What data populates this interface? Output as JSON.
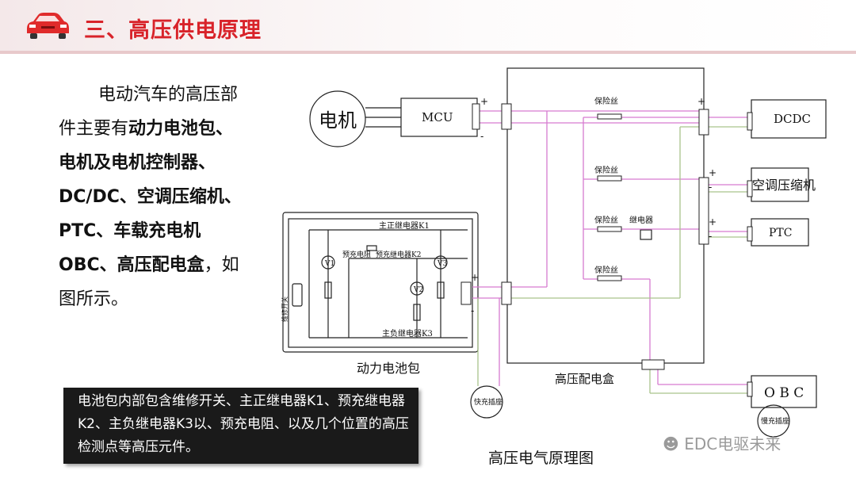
{
  "header": {
    "title": "三、高压供电原理"
  },
  "intro": {
    "part1": "电动汽车的高压部件主要有",
    "bold1": "动力电池包、电机及电机控制器、DC/DC、空调压缩机、PTC、车载充电机OBC、高压配电盒",
    "part2": "，如图所示。"
  },
  "note": {
    "text": "电池包内部包含维修开关、主正继电器K1、预充继电器K2、主负继电器K3以、预充电阻、以及几个位置的高压检测点等高压元件。"
  },
  "diagram": {
    "caption": "高压电气原理图",
    "motor": "电机",
    "mcu": "MCU",
    "battery_pack_label": "动力电池包",
    "pdu_label": "高压配电盒",
    "k1": "主正继电器K1",
    "precharge_resistor": "预充电阻",
    "k2": "预充继电器K2",
    "k3": "主负继电器K3",
    "service_switch": "维修开关",
    "v1": "V1",
    "v2": "V2",
    "v3": "V3",
    "fuse": "保险丝",
    "relay": "继电器",
    "dcdc": "DCDC",
    "ac_compressor": "空调压缩机",
    "ptc": "PTC",
    "obc": "O B C",
    "fast_charge": "快充插座",
    "slow_charge": "慢充插座",
    "plus": "+",
    "minus": "-"
  },
  "watermark": "EDC电驱未来",
  "colors": {
    "title": "#d8232a",
    "pink_wire": "#d67bd0",
    "green_wire": "#a9c48c",
    "note_bg": "#1a1a1a"
  }
}
